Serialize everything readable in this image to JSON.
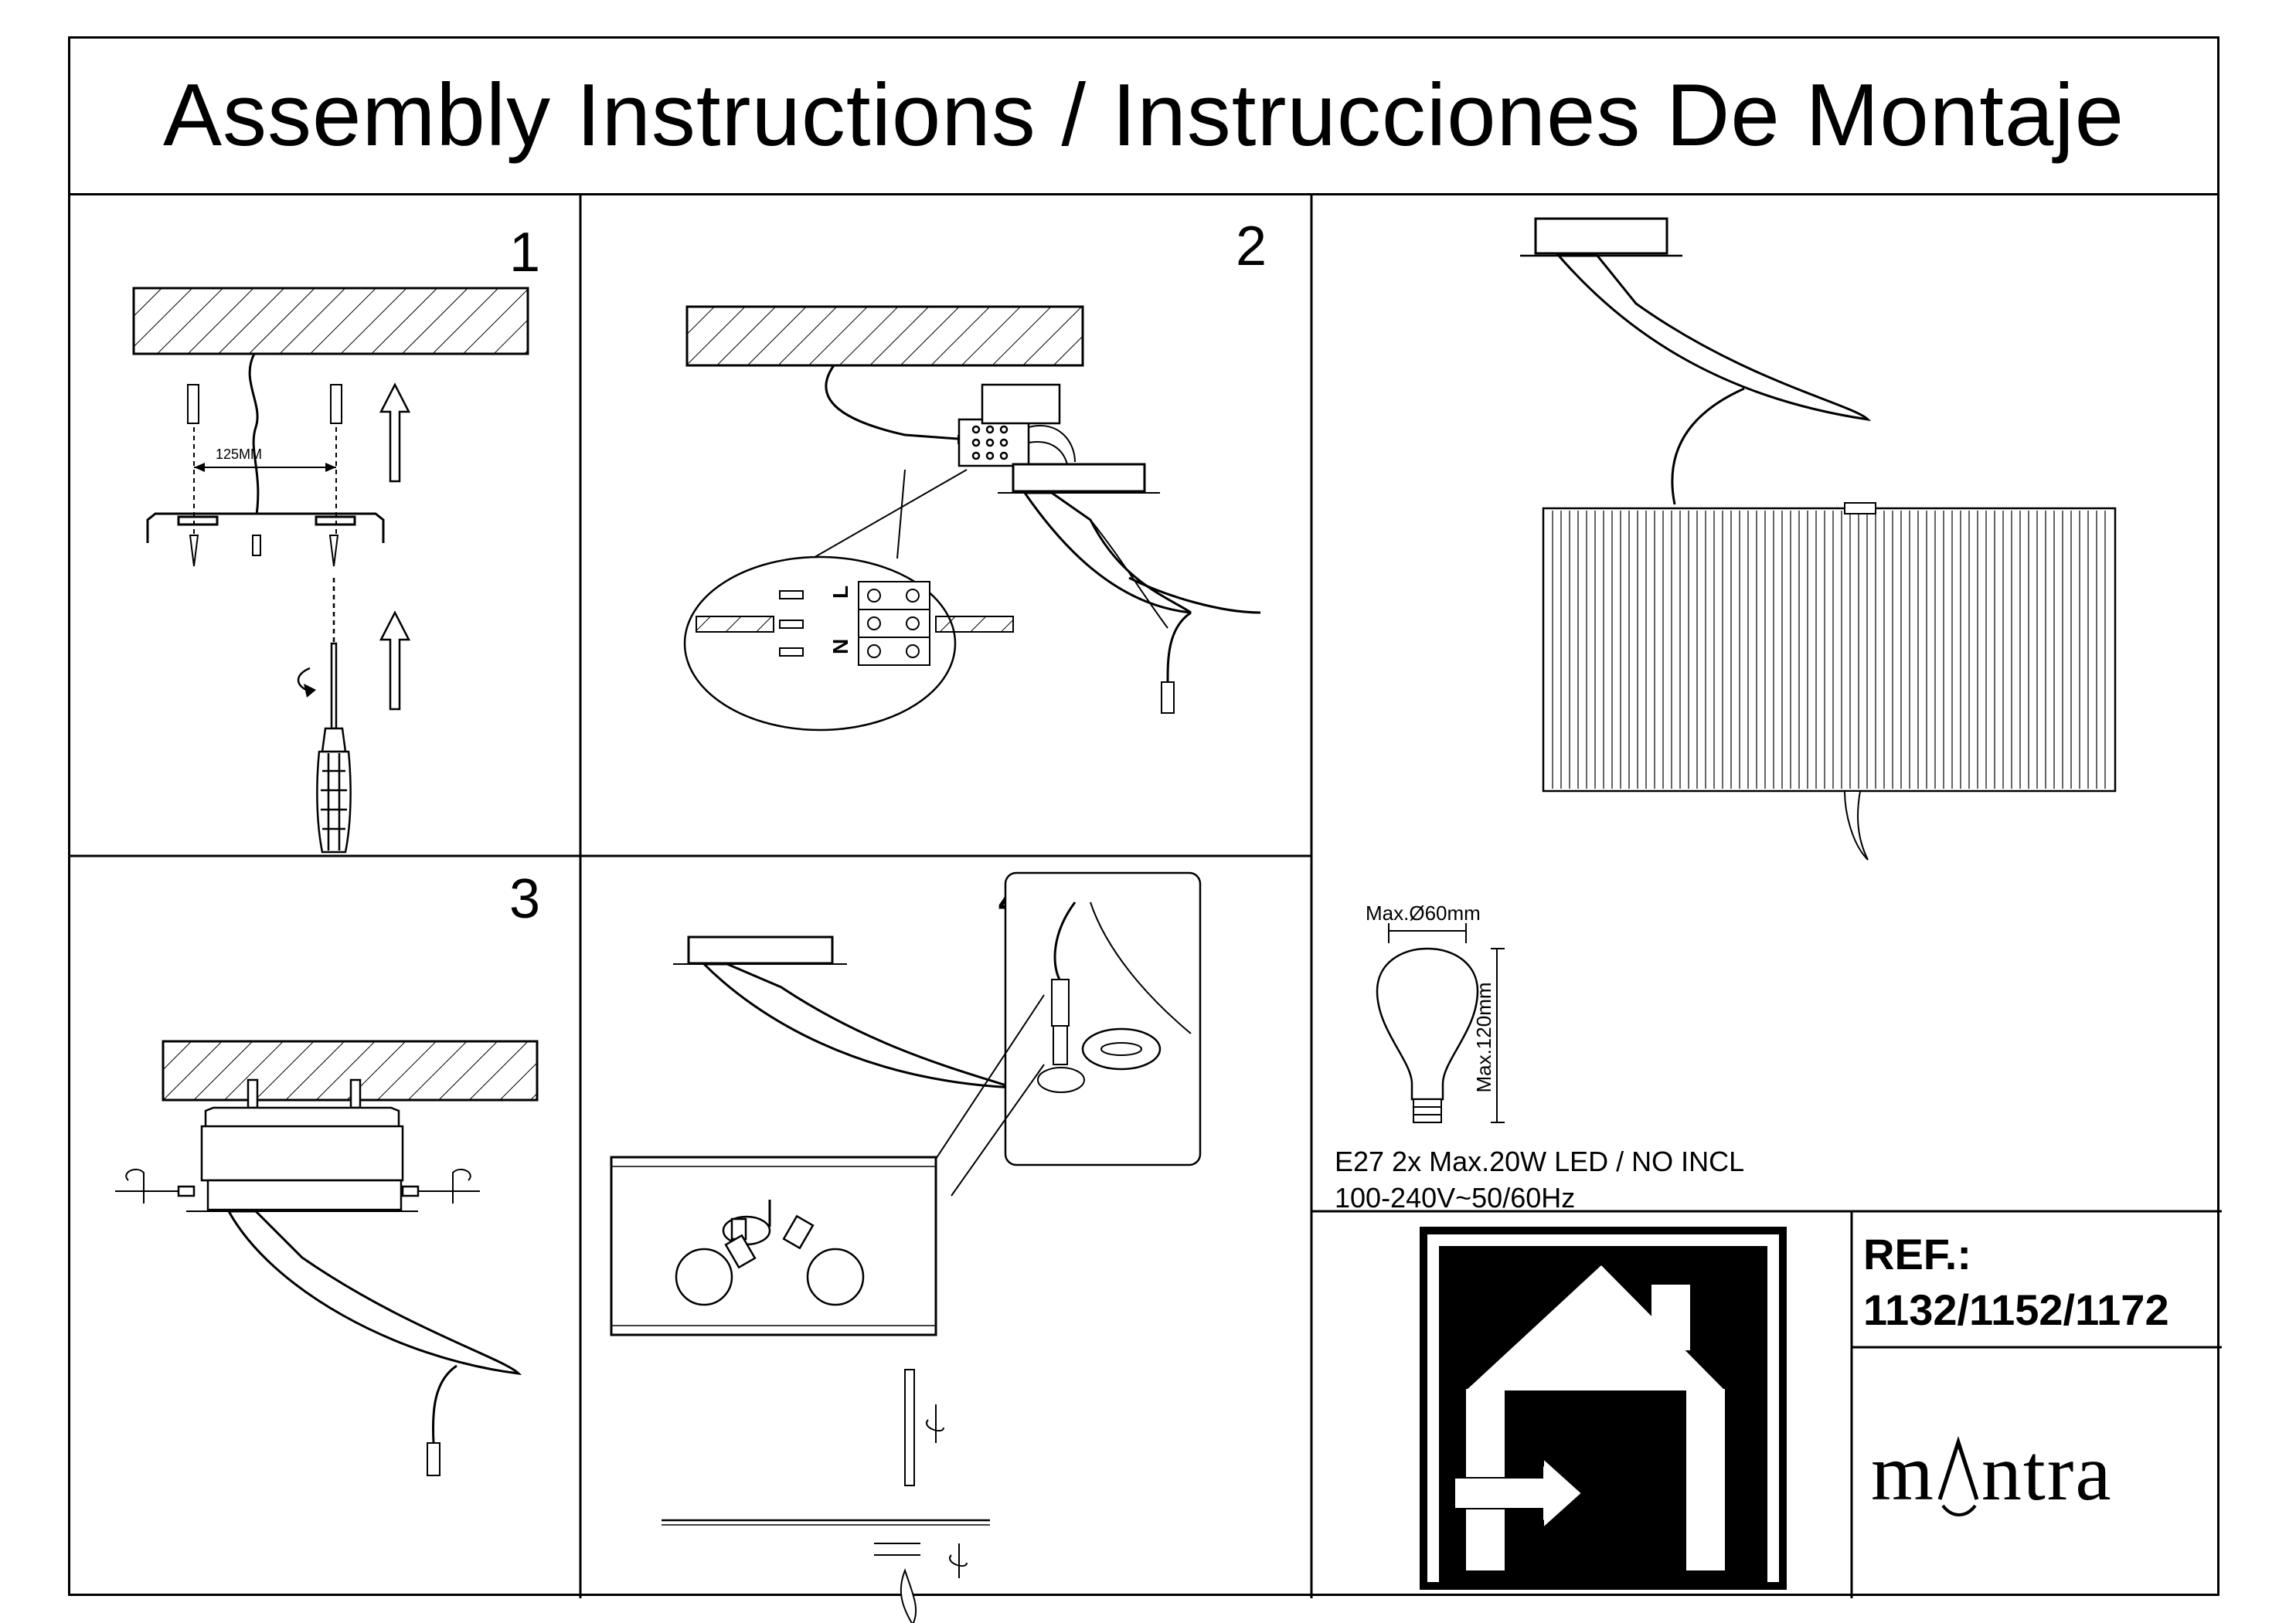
{
  "header": {
    "title": "Assembly Instructions / Instrucciones De Montaje"
  },
  "steps": [
    {
      "number": "1",
      "dimension_label": "125MM"
    },
    {
      "number": "2",
      "terminal_labels": [
        "L",
        "N"
      ]
    },
    {
      "number": "3"
    },
    {
      "number": "4"
    }
  ],
  "bulb": {
    "max_diameter": "Max.Ø60mm",
    "max_height": "Max.120mm"
  },
  "specs": {
    "line1_main": "E27 2x Max.20W LED",
    "line1_suffix": "/ NO INCL",
    "line2": "100-240V~50/60Hz"
  },
  "reference": {
    "label": "REF.:",
    "codes": "1132/1152/1172"
  },
  "brand": {
    "name_left": "m",
    "name_right": "ntra"
  },
  "icons": [
    "indoor-use-house-icon",
    "screwdriver-icon",
    "up-arrow-icon",
    "rotate-arrow-icon",
    "light-bulb-icon"
  ]
}
